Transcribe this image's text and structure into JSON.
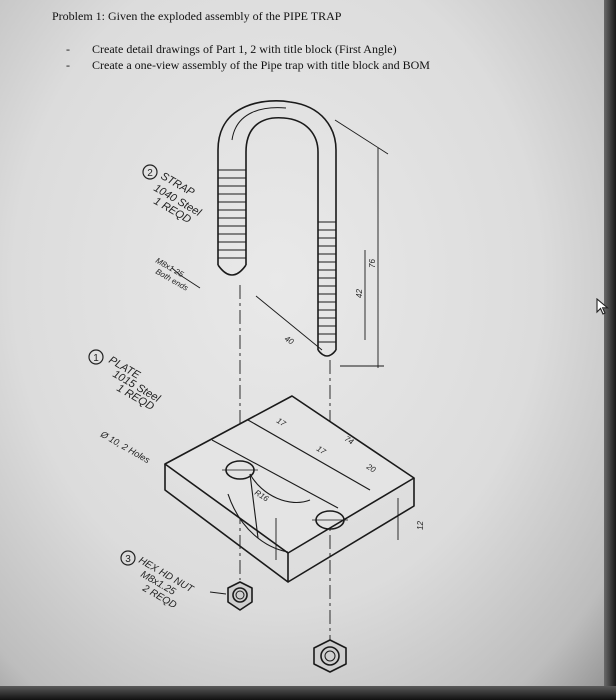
{
  "header": {
    "title": "Problem 1: Given the exploded assembly of the PIPE TRAP",
    "bullets": [
      "Create detail drawings of Part 1, 2 with title block (First Angle)",
      "Create a one-view assembly of the Pipe trap with title block and BOM"
    ],
    "bullet_marker": "-"
  },
  "parts": {
    "strap": {
      "number": "2",
      "name": "STRAP",
      "material": "1040 Steel",
      "qty": "1 REQD"
    },
    "thread": {
      "line1": "M8x1 25",
      "line2": "Both ends"
    },
    "plate": {
      "number": "1",
      "name": "PLATE",
      "material": "1015 Steel",
      "qty": "1 REQD"
    },
    "holes": "Ø 10, 2 Holes",
    "nut": {
      "number": "3",
      "name": "HEX HD NUT",
      "size": "M8x1.25",
      "qty": "2 REQD"
    }
  },
  "dimensions": {
    "strap_height": "76",
    "leg_spacing": "40",
    "thread_length": "42",
    "plate_width": "74",
    "plate_a": "17",
    "plate_b": "17",
    "plate_c": "20",
    "plate_radius": "R16",
    "plate_thickness": "12"
  }
}
